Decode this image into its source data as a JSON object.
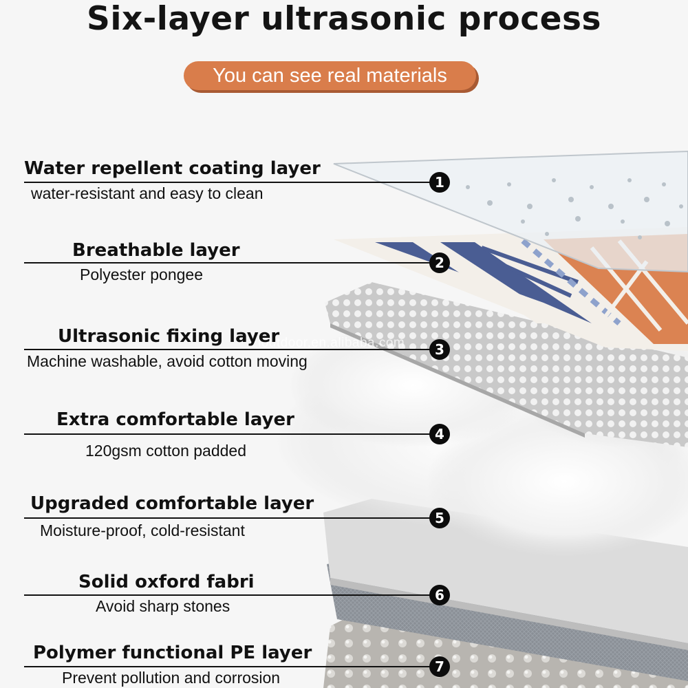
{
  "title": "Six-layer ultrasonic process",
  "subtitle": "You can see real materials",
  "watermark": "zioutdoor.en.alibaba.com",
  "accent_color": "#d97d4b",
  "layers": [
    {
      "number": "1",
      "name": "Water repellent coating layer",
      "desc": "water-resistant and easy to clean"
    },
    {
      "number": "2",
      "name": "Breathable layer",
      "desc": "Polyester pongee"
    },
    {
      "number": "3",
      "name": "Ultrasonic fixing layer",
      "desc": "Machine washable, avoid cotton moving"
    },
    {
      "number": "4",
      "name": "Extra comfortable layer",
      "desc": "120gsm cotton padded"
    },
    {
      "number": "5",
      "name": "Upgraded comfortable layer",
      "desc": "Moisture-proof, cold-resistant"
    },
    {
      "number": "6",
      "name": "Solid oxford fabri",
      "desc": "Avoid sharp stones"
    },
    {
      "number": "7",
      "name": "Polymer functional PE layer",
      "desc": "Prevent pollution and corrosion"
    }
  ]
}
